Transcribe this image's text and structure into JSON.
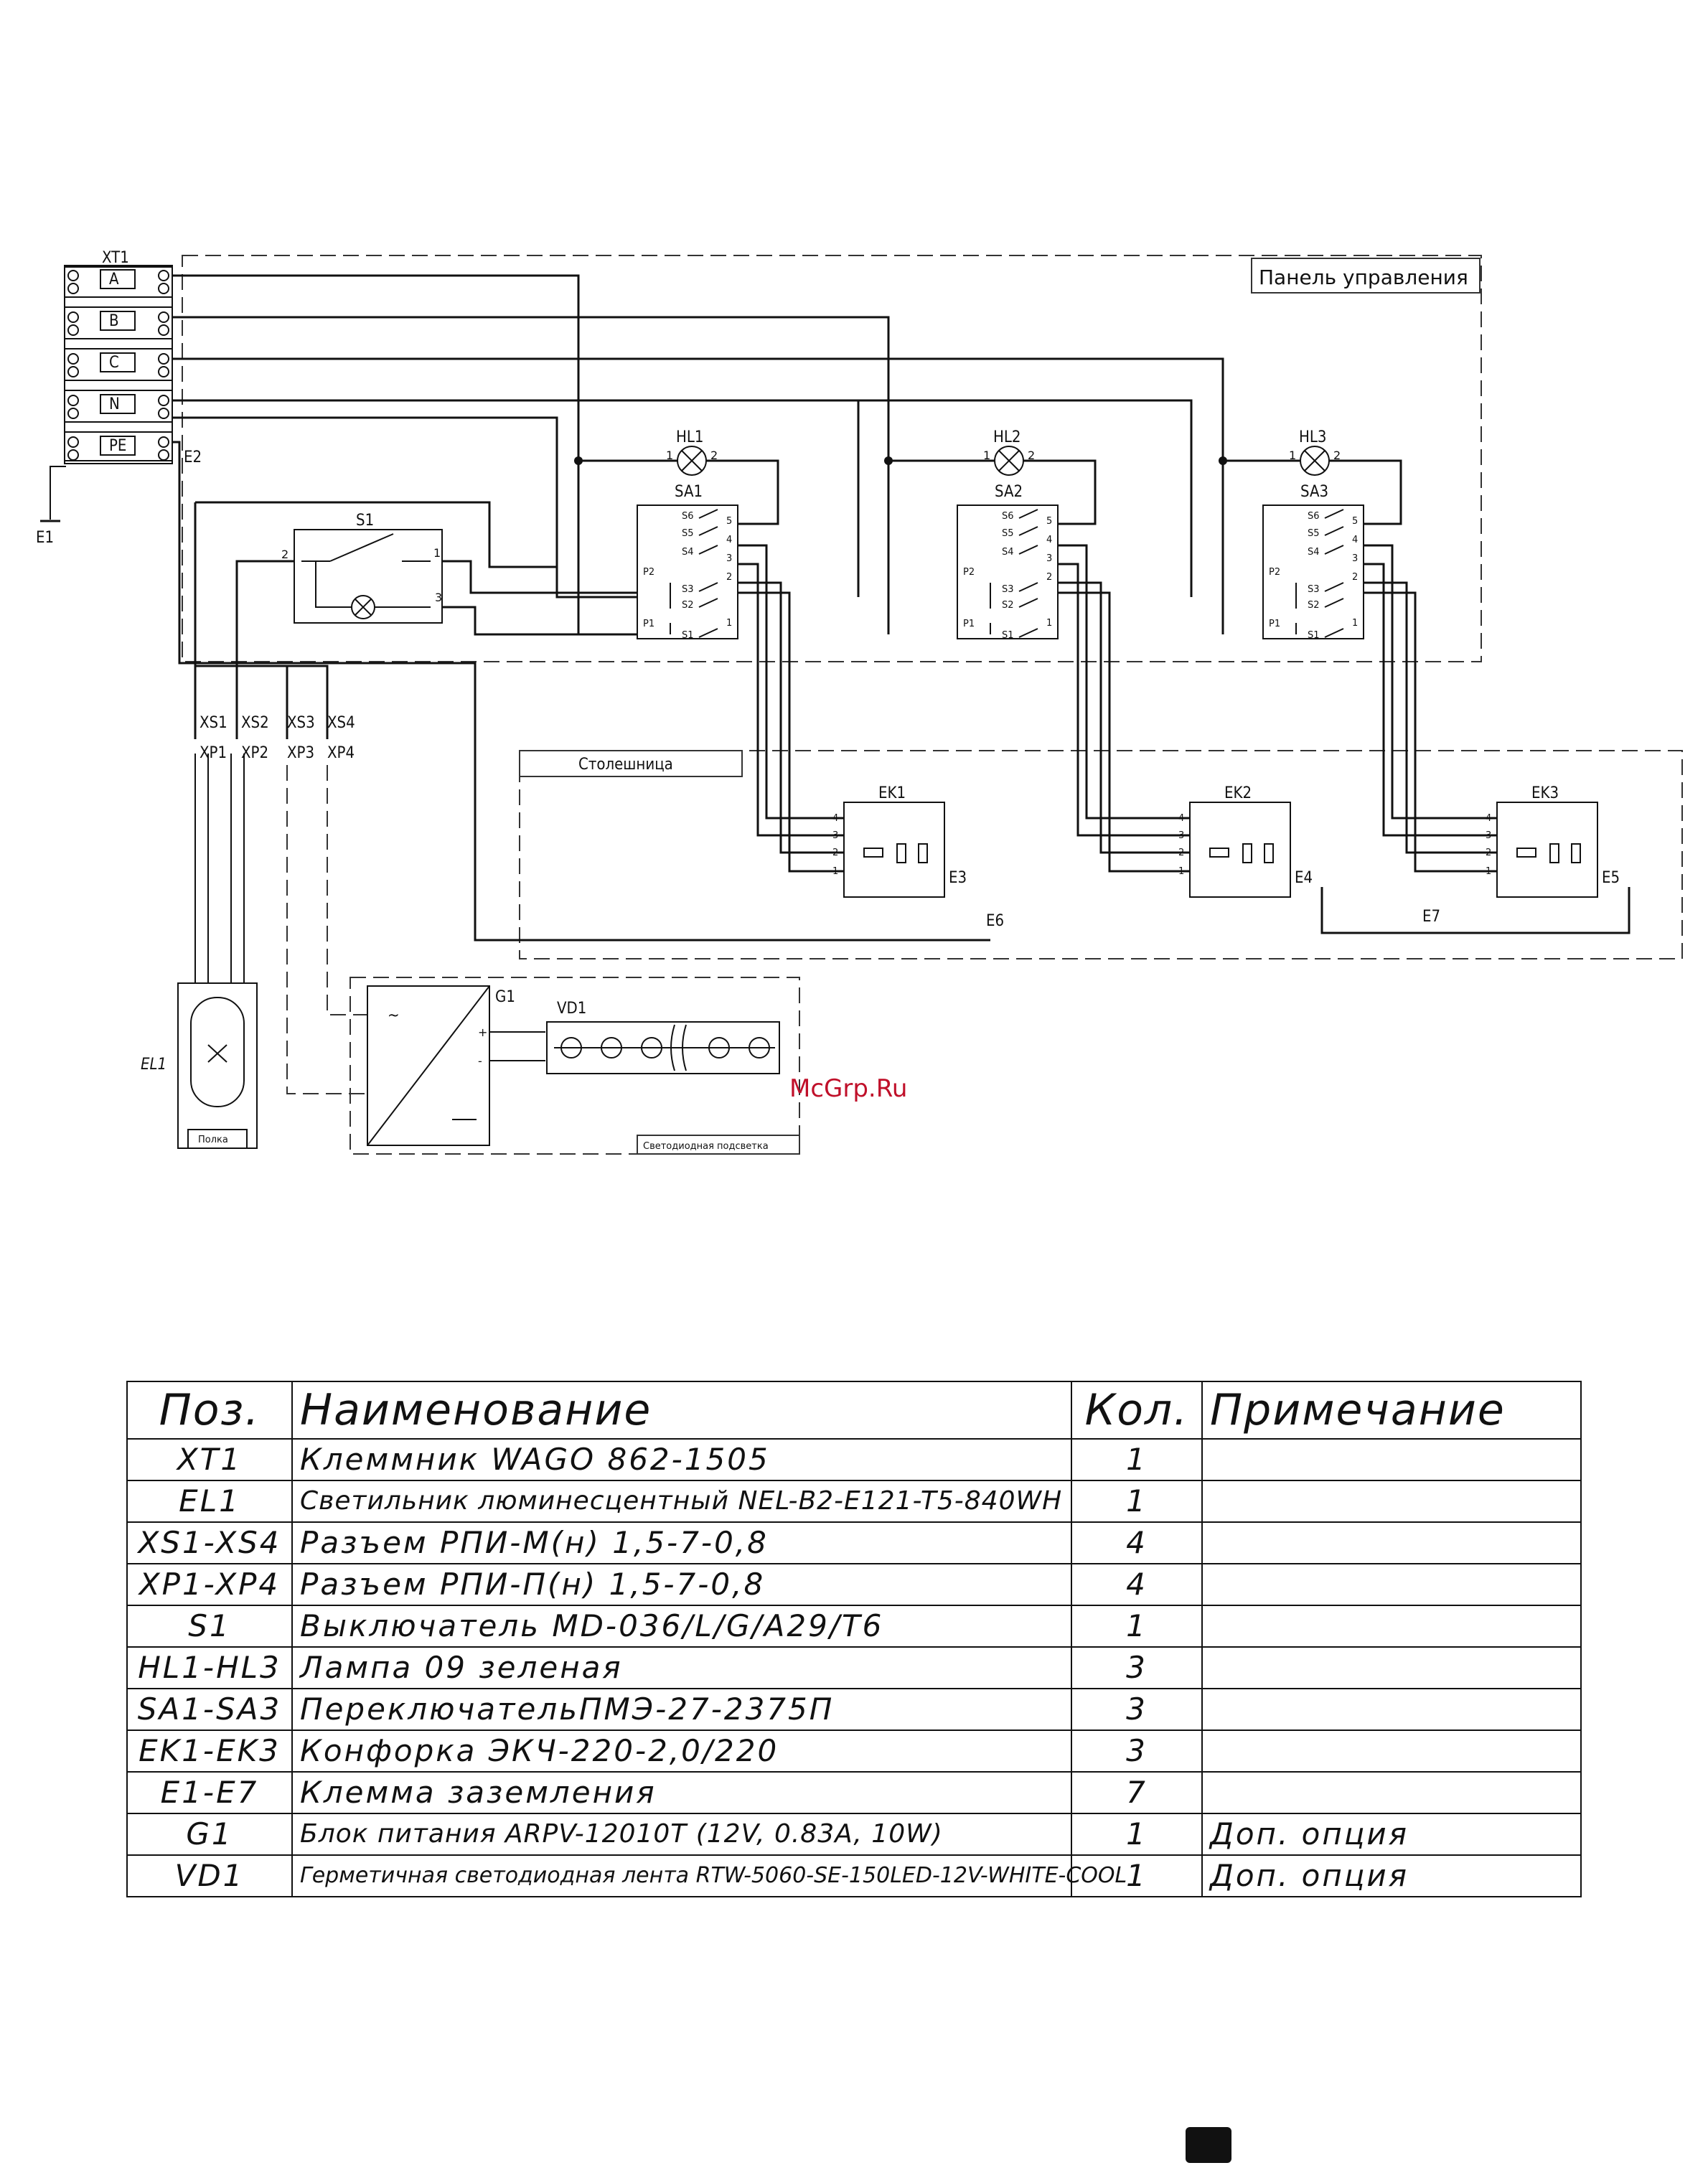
{
  "diagram": {
    "panel_label": "Панель управления",
    "counter_label": "Столешница",
    "shelf_label": "Полка",
    "led_label": "Светодиодная подсветка",
    "terminal_block": "XT1",
    "terminals": [
      "A",
      "B",
      "C",
      "N",
      "PE"
    ],
    "grounds": [
      "E1",
      "E2",
      "E3",
      "E4",
      "E5",
      "E6",
      "E7"
    ],
    "switch": "S1",
    "switch_pins": [
      "2",
      "1",
      "3"
    ],
    "lamps": [
      "HL1",
      "HL2",
      "HL3"
    ],
    "lamp_pins": [
      "1",
      "2"
    ],
    "selectors": [
      "SA1",
      "SA2",
      "SA3"
    ],
    "selector_contacts": [
      "S6",
      "S5",
      "S4",
      "P2",
      "S3",
      "S2",
      "P1",
      "S1"
    ],
    "selector_pins": [
      "5",
      "4",
      "3",
      "2",
      "1"
    ],
    "hotplates": [
      "EK1",
      "EK2",
      "EK3"
    ],
    "hotplate_pins": [
      "4",
      "3",
      "2",
      "1"
    ],
    "sockets": [
      "XS1",
      "XS2",
      "XS3",
      "XS4"
    ],
    "plugs": [
      "XP1",
      "XP2",
      "XP3",
      "XP4"
    ],
    "luminaire": "EL1",
    "psu": "G1",
    "led_strip": "VD1",
    "psu_plus": "+",
    "psu_minus": "-",
    "watermark": "McGrp.Ru"
  },
  "spec_table": {
    "headers": [
      "Поз.",
      "Наименование",
      "Кол.",
      "Примечание"
    ],
    "rows": [
      [
        "XT1",
        "Клеммник WAGO 862-1505",
        "1",
        ""
      ],
      [
        "EL1",
        "Светильник люминесцентный NEL-B2-E121-T5-840WH",
        "1",
        ""
      ],
      [
        "XS1-XS4",
        "Разъем РПИ-М(н) 1,5-7-0,8",
        "4",
        ""
      ],
      [
        "XP1-XP4",
        "Разъем РПИ-П(н) 1,5-7-0,8",
        "4",
        ""
      ],
      [
        "S1",
        "Выключатель MD-036/L/G/A29/T6",
        "1",
        ""
      ],
      [
        "HL1-HL3",
        "Лампа 09 зеленая",
        "3",
        ""
      ],
      [
        "SA1-SA3",
        "ПереключательПМЭ-27-2375П",
        "3",
        ""
      ],
      [
        "EK1-EK3",
        "Конфорка ЭКЧ-220-2,0/220",
        "3",
        ""
      ],
      [
        "E1-E7",
        "Клемма заземления",
        "7",
        ""
      ],
      [
        "G1",
        "Блок питания ARPV-12010T (12V, 0.83A, 10W)",
        "1",
        "Доп. опция"
      ],
      [
        "VD1",
        "Герметичная светодиодная лента RTW-5060-SE-150LED-12V-WHITE-COOL",
        "1",
        "Доп. опция"
      ]
    ]
  }
}
